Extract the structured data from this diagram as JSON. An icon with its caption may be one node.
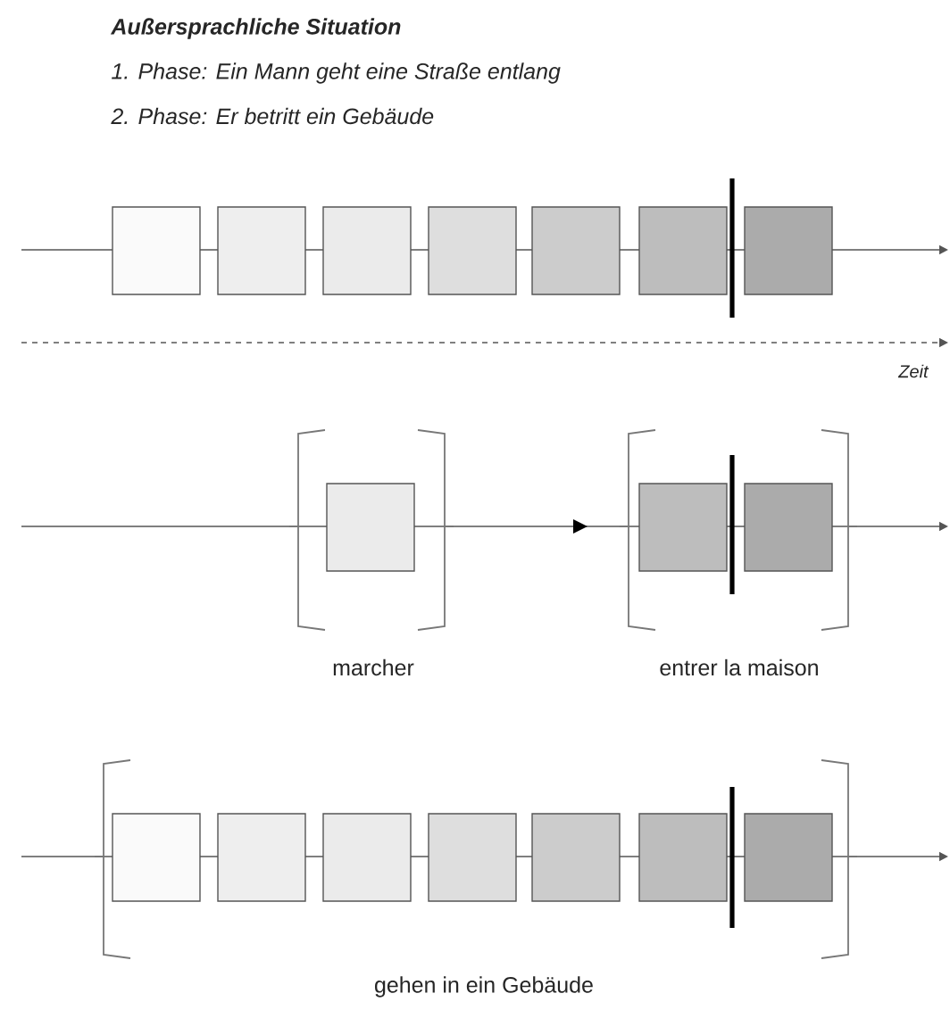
{
  "diagram": {
    "title": "Außersprachliche Situation",
    "labels": [
      "1. Phase: Ein Mann geht eine Straße entlang",
      "2. Phase: Er betritt ein Gebäude",
      "Zeit",
      "marcher",
      "entrer la maison",
      "gehen in ein Gebäude"
    ]
  }
}
